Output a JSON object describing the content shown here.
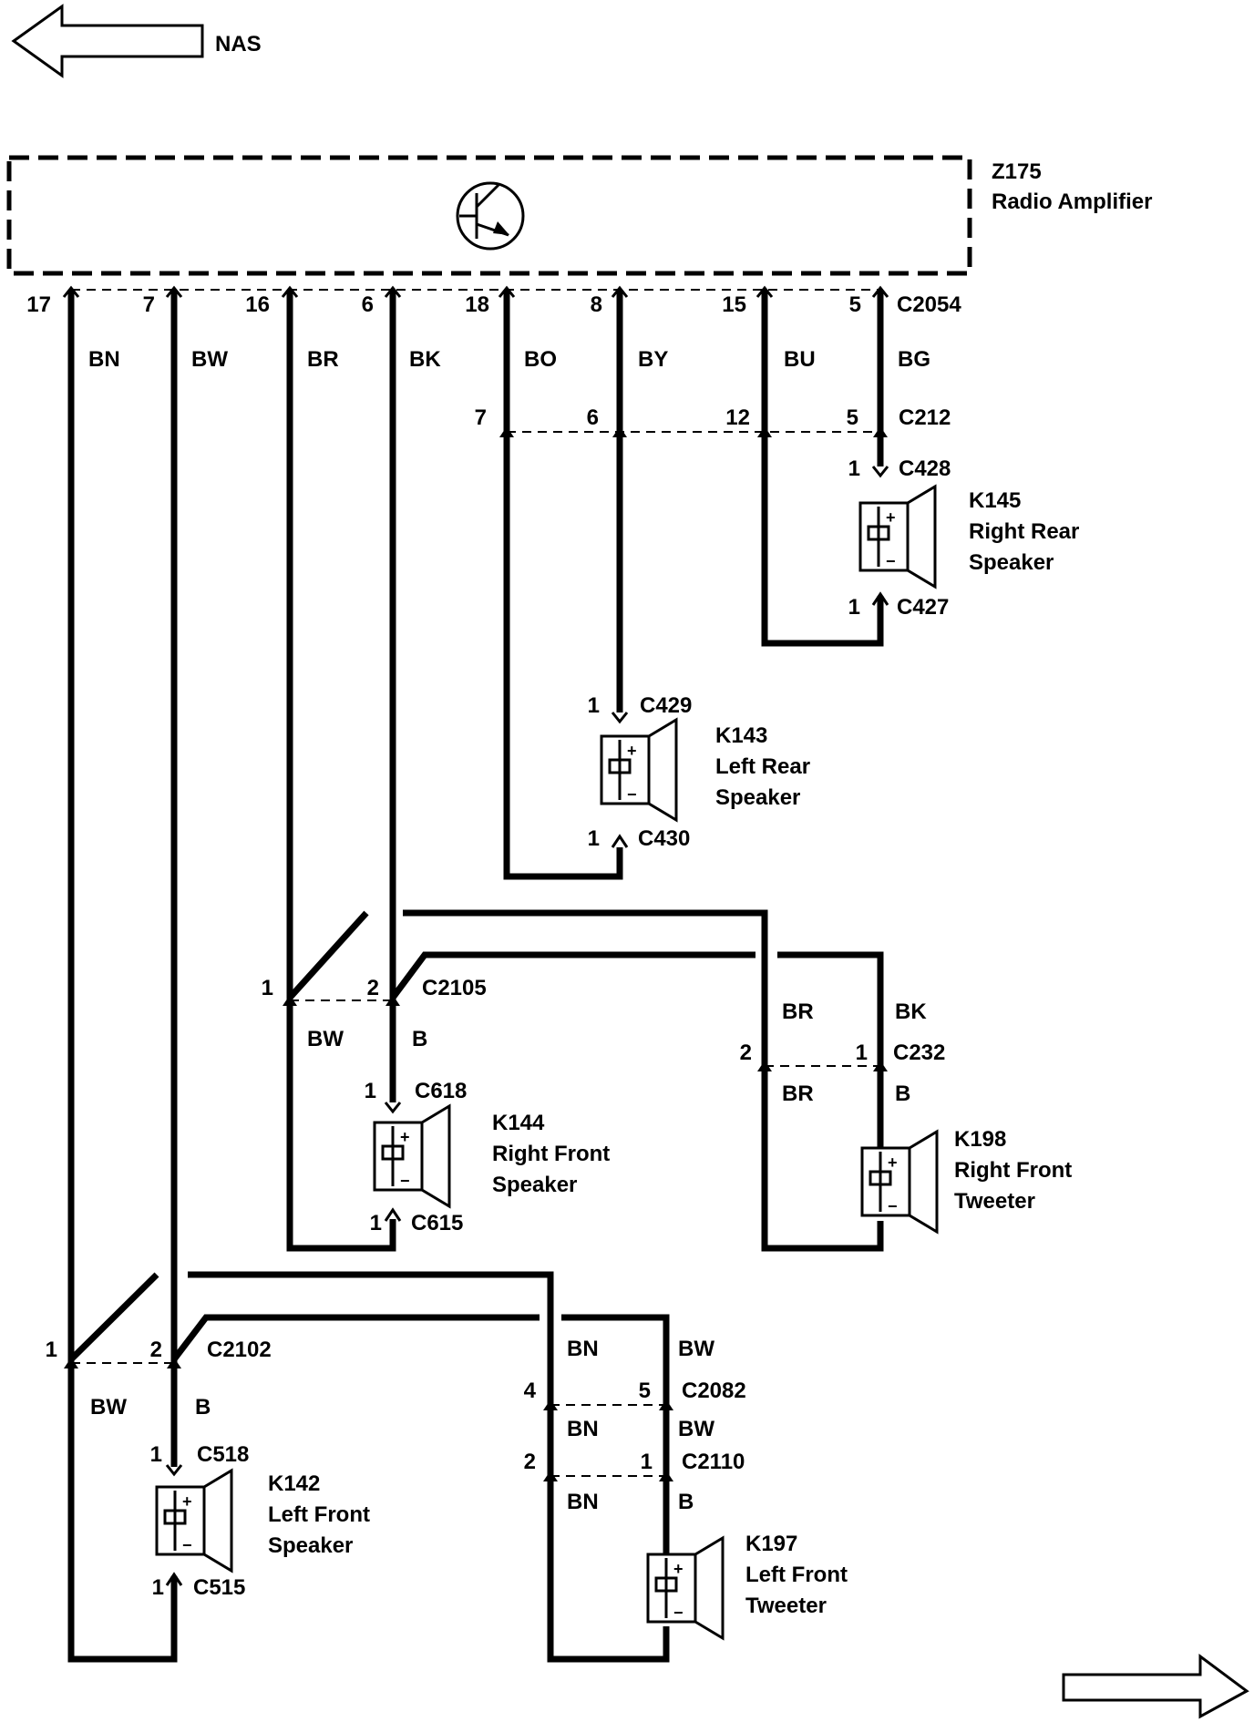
{
  "nav": {
    "left_label": "NAS"
  },
  "amplifier": {
    "code": "Z175",
    "name": "Radio Amplifier",
    "connector": "C2054"
  },
  "amp_pins": [
    {
      "pin": "17",
      "wire": "BN"
    },
    {
      "pin": "7",
      "wire": "BW"
    },
    {
      "pin": "16",
      "wire": "BR"
    },
    {
      "pin": "6",
      "wire": "BK"
    },
    {
      "pin": "18",
      "wire": "BO"
    },
    {
      "pin": "8",
      "wire": "BY"
    },
    {
      "pin": "15",
      "wire": "BU"
    },
    {
      "pin": "5",
      "wire": "BG"
    }
  ],
  "c212": {
    "name": "C212",
    "pins": [
      "7",
      "6",
      "12",
      "5"
    ]
  },
  "k145": {
    "code": "K145",
    "line1": "Right Rear",
    "line2": "Speaker",
    "top_pin": "1",
    "top_conn": "C428",
    "bot_pin": "1",
    "bot_conn": "C427"
  },
  "k143": {
    "code": "K143",
    "line1": "Left Rear",
    "line2": "Speaker",
    "top_pin": "1",
    "top_conn": "C429",
    "bot_pin": "1",
    "bot_conn": "C430"
  },
  "c2105": {
    "name": "C2105",
    "pin_a": "1",
    "pin_b": "2",
    "wire_a": "BW",
    "wire_b": "B"
  },
  "k144": {
    "code": "K144",
    "line1": "Right Front",
    "line2": "Speaker",
    "top_pin": "1",
    "top_conn": "C618",
    "bot_pin": "1",
    "bot_conn": "C615"
  },
  "c232": {
    "name": "C232",
    "pin_a": "2",
    "pin_b": "1",
    "wire_in_a": "BR",
    "wire_in_b": "BK",
    "wire_out_a": "BR",
    "wire_out_b": "B"
  },
  "k198": {
    "code": "K198",
    "line1": "Right Front",
    "line2": "Tweeter"
  },
  "c2102": {
    "name": "C2102",
    "pin_a": "1",
    "pin_b": "2",
    "wire_a": "BW",
    "wire_b": "B"
  },
  "k142": {
    "code": "K142",
    "line1": "Left Front",
    "line2": "Speaker",
    "top_pin": "1",
    "top_conn": "C518",
    "bot_pin": "1",
    "bot_conn": "C515"
  },
  "c2082": {
    "name": "C2082",
    "pin_a": "4",
    "pin_b": "5",
    "wire_in_a": "BN",
    "wire_in_b": "BW",
    "wire_out_a": "BN",
    "wire_out_b": "BW"
  },
  "c2110": {
    "name": "C2110",
    "pin_a": "2",
    "pin_b": "1",
    "wire_out_a": "BN",
    "wire_out_b": "B"
  },
  "k197": {
    "code": "K197",
    "line1": "Left Front",
    "line2": "Tweeter"
  },
  "icons": [
    "left-arrow-icon",
    "right-arrow-icon",
    "transistor-icon",
    "speaker-icon"
  ]
}
